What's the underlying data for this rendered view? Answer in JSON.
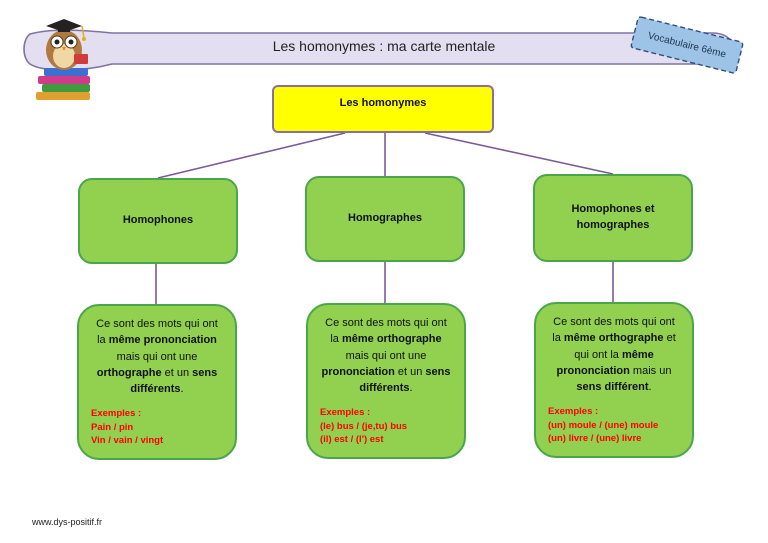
{
  "header": {
    "title": "Les homonymes : ma carte mentale",
    "badge": "Vocabulaire 6ème"
  },
  "root": {
    "label": "Les homonymes"
  },
  "categories": [
    {
      "label": "Homophones"
    },
    {
      "label": "Homographes"
    },
    {
      "label": "Homophones et homographes"
    }
  ],
  "details": [
    {
      "parts": [
        "Ce sont des mots qui ont la ",
        "même prononciation",
        " mais qui ont une ",
        "orthographe",
        " et un ",
        "sens différents",
        "."
      ],
      "examples_title": "Exemples :",
      "examples": [
        "Pain / pin",
        "Vin / vain / vingt"
      ]
    },
    {
      "parts": [
        "Ce sont des mots qui ont la ",
        "même orthographe",
        " mais qui ont une ",
        "prononciation",
        " et un ",
        "sens différents",
        "."
      ],
      "examples_title": "Exemples :",
      "examples": [
        "(le) bus / (je,tu) bus",
        "(il) est / (l') est"
      ]
    },
    {
      "parts": [
        "Ce sont des mots qui ont la ",
        "même orthographe",
        " et qui ont la ",
        "même prononciation",
        " mais un ",
        "sens différent",
        "."
      ],
      "examples_title": "Exemples :",
      "examples": [
        "(un) moule / (une) moule",
        "(un) livre / (une) livre"
      ]
    }
  ],
  "footer": {
    "url": "www.dys-positif.fr"
  },
  "colors": {
    "root_fill": "#ffff00",
    "node_fill": "#92d050",
    "node_border": "#4aa64a",
    "example_text": "#ff0000",
    "banner_fill": "#e4dff0",
    "badge_fill": "#9dc3e6"
  },
  "icons": {
    "mascot": "owl-on-books-icon"
  }
}
